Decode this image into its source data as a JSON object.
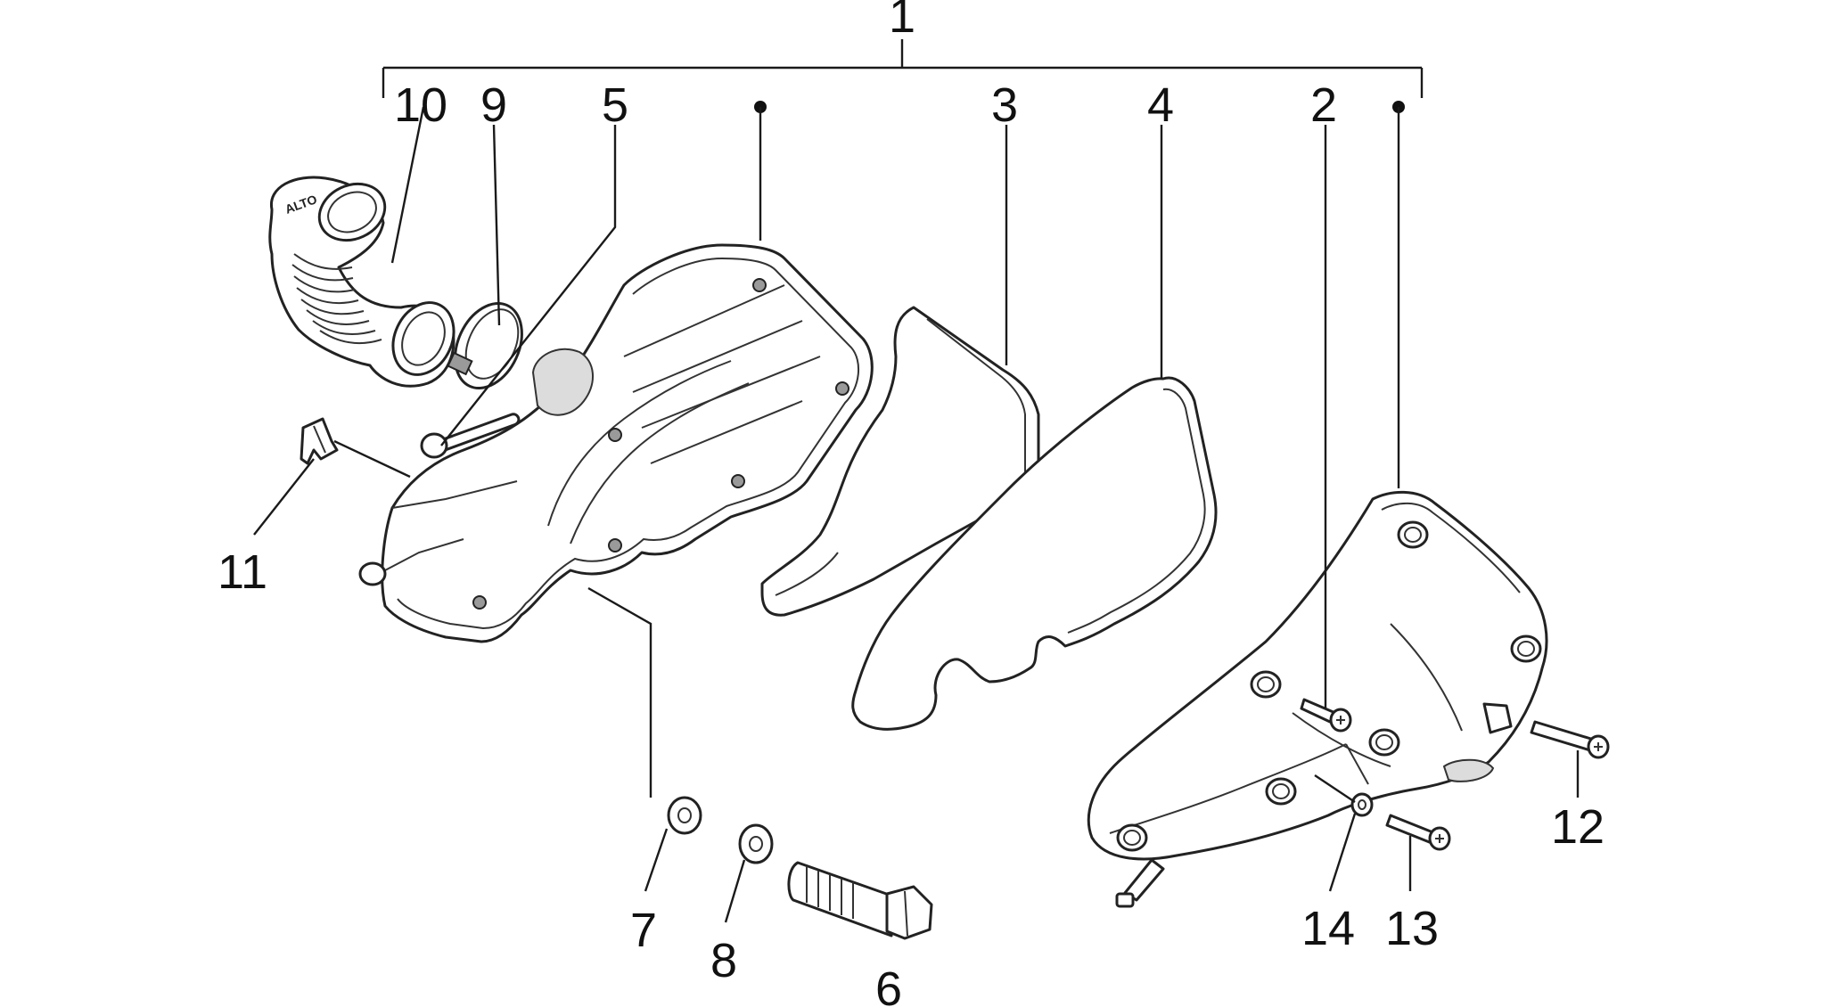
{
  "labels": {
    "part_1": "1",
    "part_2": "2",
    "part_3": "3",
    "part_4": "4",
    "part_5": "5",
    "part_6": "6",
    "part_7": "7",
    "part_8": "8",
    "part_9": "9",
    "part_10": "10",
    "part_11": "11",
    "part_12": "12",
    "part_13": "13",
    "part_14": "14"
  },
  "hose_marking": "ALTO"
}
